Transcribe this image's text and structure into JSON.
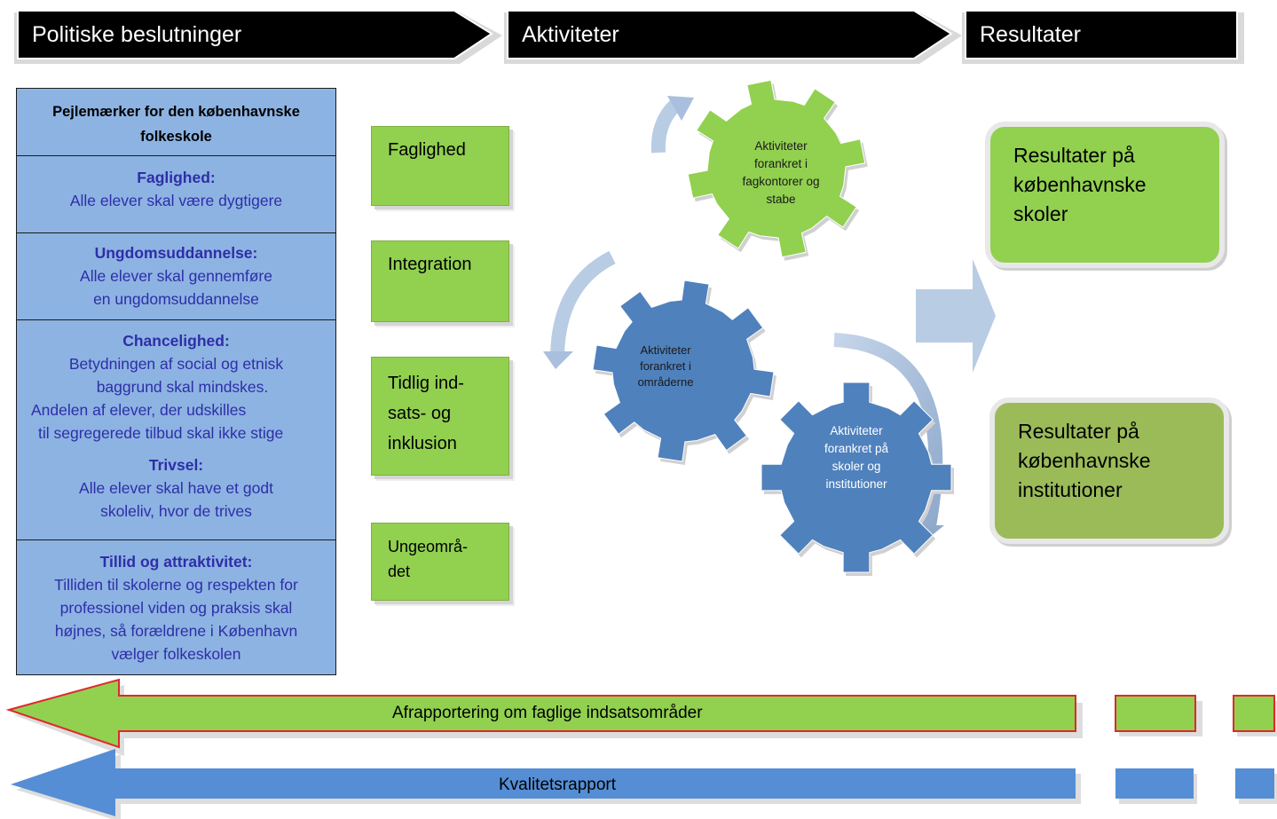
{
  "header": {
    "banners": [
      {
        "label": "Politiske beslutninger"
      },
      {
        "label": "Aktiviteter"
      },
      {
        "label": "Resultater"
      }
    ]
  },
  "panel": {
    "title": [
      "Pejlemærker for den københavnske",
      "folkeskole"
    ],
    "sections": [
      {
        "heading": "Faglighed:",
        "lines": [
          "Alle elever skal være dygtigere"
        ]
      },
      {
        "heading": "Ungdomsuddannelse:",
        "lines": [
          "Alle elever skal gennemføre",
          "en ungdomsuddannelse"
        ]
      },
      {
        "heading": "Chancelighed:",
        "lines": [
          "Betydningen af social og etnisk",
          "baggrund skal mindskes.",
          "Andelen af elever, der udskilles",
          "til segregerede tilbud skal ikke stige"
        ]
      },
      {
        "heading": "Trivsel:",
        "lines": [
          "Alle elever skal have et godt",
          "skoleliv, hvor de trives"
        ]
      },
      {
        "heading": "Tillid og attraktivitet:",
        "lines": [
          "Tilliden til skolerne og respekten for",
          "professionel viden og praksis skal",
          "højnes, så forældrene i København",
          "vælger folkeskolen"
        ]
      }
    ]
  },
  "focus_areas": [
    {
      "lines": [
        "Faglighed"
      ]
    },
    {
      "lines": [
        "Integration"
      ]
    },
    {
      "lines": [
        "Tidlig ind-",
        "sats- og",
        "inklusion"
      ]
    },
    {
      "lines": [
        "Ungeområ-",
        "det"
      ]
    }
  ],
  "gears": [
    {
      "lines": [
        "Aktiviteter",
        "forankret i",
        "fagkontorer og",
        "stabe"
      ],
      "color": "#92d050"
    },
    {
      "lines": [
        "Aktiviteter",
        "forankret i",
        "områderne"
      ],
      "color": "#4f81bd"
    },
    {
      "lines": [
        "Aktiviteter",
        "forankret på",
        "skoler og",
        "institutioner"
      ],
      "color": "#4f81bd"
    }
  ],
  "results": [
    {
      "lines": [
        "Resultater på",
        "københavnske",
        "skoler"
      ],
      "color": "#92d050"
    },
    {
      "lines": [
        "Resultater på",
        "københavnske",
        "institutioner"
      ],
      "color": "#9bbb59"
    }
  ],
  "feedback": {
    "green_label": "Afrapportering om faglige indsatsområder",
    "blue_label": "Kvalitetsrapport"
  },
  "colors": {
    "green": "#92d050",
    "olive": "#9bbb59",
    "blue": "#4f81bd",
    "panel_blue": "#8db3e2",
    "arrow_light": "#b8cce4",
    "red_outline": "#e0282a"
  }
}
